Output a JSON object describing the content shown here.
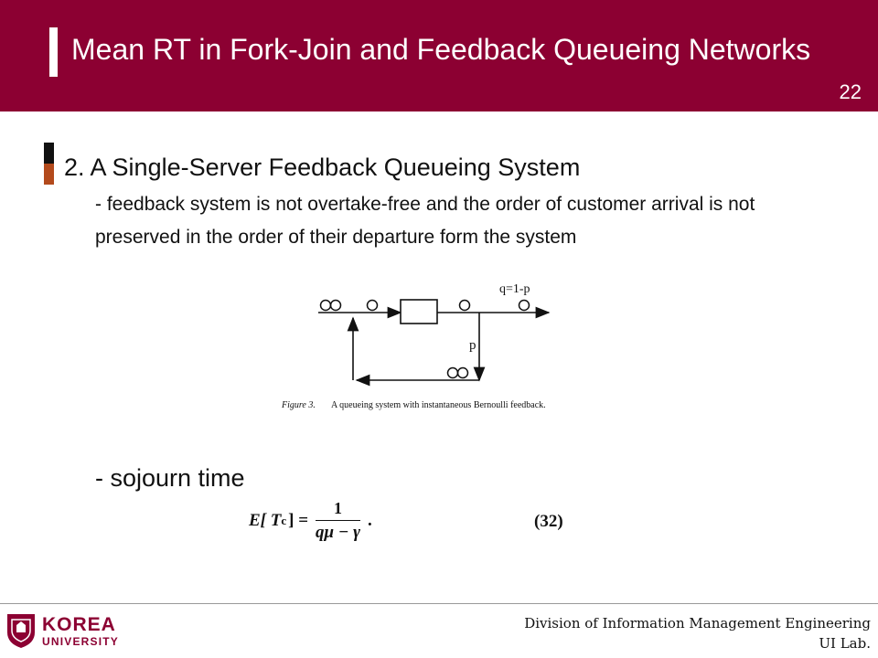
{
  "header": {
    "title": "Mean RT in Fork-Join and Feedback Queueing Networks",
    "page_number": "22"
  },
  "section": {
    "heading": "2. A Single-Server Feedback Queueing System",
    "bullet": "- feedback system is not overtake-free and the order of customer arrival is not preserved in the order of their departure form the system"
  },
  "figure": {
    "output_label": "q=1-p",
    "feedback_label": "p",
    "caption_label": "Figure 3.",
    "caption_text": "A queueing system with instantaneous Bernoulli feedback."
  },
  "sojourn": {
    "label": "- sojourn time"
  },
  "formula": {
    "lhs": "E[ T",
    "subscript": "c",
    "lhs_close": "] =",
    "numerator": "1",
    "denominator": "qμ − γ",
    "trailing": ".",
    "equation_number": "(32)"
  },
  "footer": {
    "logo_line1": "KOREA",
    "logo_line2": "UNIVERSITY",
    "division": "Division of Information Management Engineering",
    "lab": "UI Lab."
  },
  "colors": {
    "header_bg": "#8c0032",
    "accent": "#b34a1c"
  }
}
